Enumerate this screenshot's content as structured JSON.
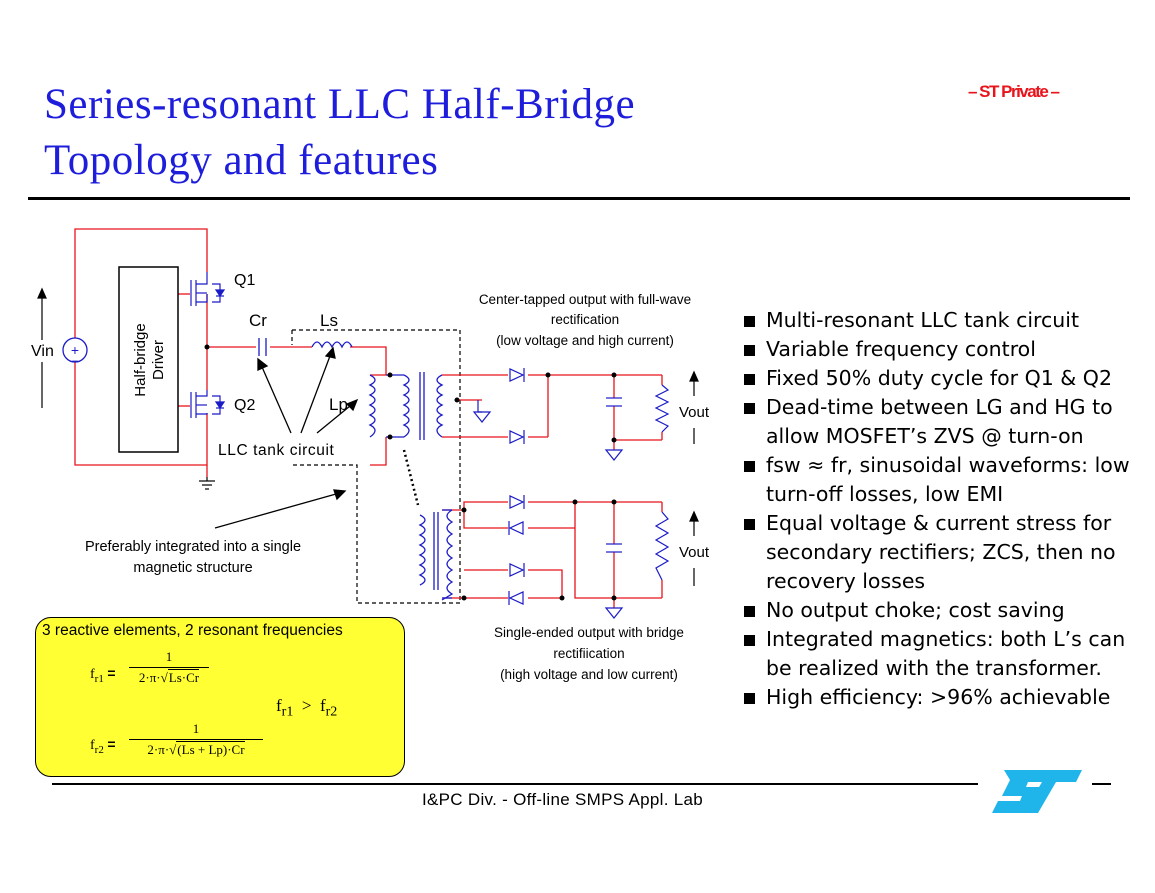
{
  "header": {
    "title_line1": "Series-resonant LLC Half-Bridge",
    "title_line2": "Topology and features",
    "classification": "– ST Private –"
  },
  "diagram": {
    "vin": "Vin",
    "driver": "Half-bridge Driver",
    "q1": "Q1",
    "q2": "Q2",
    "cr": "Cr",
    "ls": "Ls",
    "lp": "Lp",
    "llc_tank": "LLC tank circuit",
    "integrated_note": [
      "Preferably integrated into a single",
      "magnetic structure"
    ],
    "center_tapped_note": [
      "Center-tapped output with full-wave",
      "rectification",
      "(low voltage and high current)"
    ],
    "bridge_note": [
      "Single-ended output with bridge",
      "rectifiication",
      "(high voltage and low current)"
    ],
    "vout_top": "Vout",
    "vout_bottom": "Vout"
  },
  "features": [
    "Multi-resonant LLC tank circuit",
    "Variable frequency control",
    "Fixed 50% duty cycle for Q1 & Q2",
    "Dead-time between LG and HG to allow MOSFET’s ZVS @ turn-on",
    "fsw ≈ fr, sinusoidal waveforms: low turn-off losses, low EMI",
    "Equal voltage & current stress for secondary rectifiers; ZCS, then no recovery losses",
    "No output choke; cost saving",
    "Integrated magnetics: both L’s can be realized with the transformer.",
    "High efficiency: >96% achievable"
  ],
  "formula_box": {
    "title": "3 reactive elements, 2 resonant frequencies",
    "fr1_lhs": "f",
    "fr1_sub": "r1",
    "fr2_lhs": "f",
    "fr2_sub": "r2",
    "equals": "=",
    "numerator": "1",
    "fr1_den_prefix": "2·π·",
    "fr1_den_root": "Ls·Cr",
    "fr2_den_prefix": "2·π·",
    "fr2_den_root": "(Ls + Lp)·Cr",
    "cmp_a": "f",
    "cmp_a_sub": "r1",
    "cmp_op": ">",
    "cmp_b": "f",
    "cmp_b_sub": "r2"
  },
  "footer": {
    "text": "I&PC Div. - Off-line SMPS Appl. Lab"
  },
  "colors": {
    "title": "#1d1ddb",
    "wire_red": "#e8141b",
    "wire_blue": "#1b1bc8",
    "note_box": "#ffff33",
    "logo": "#1fb5ea"
  }
}
